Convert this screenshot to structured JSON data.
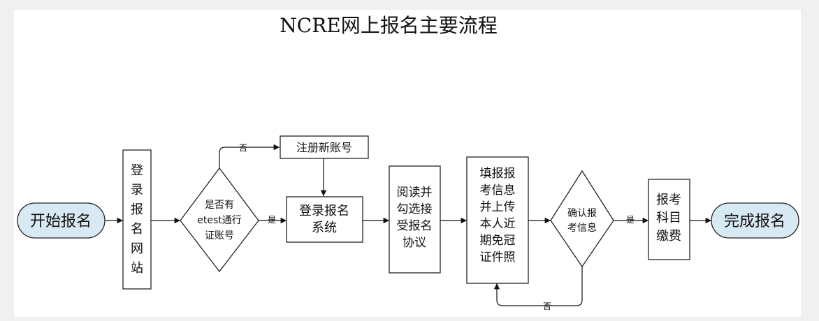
{
  "title": "NCRE网上报名主要流程",
  "nodes": {
    "start": "开始报名",
    "login_site": [
      "登",
      "录",
      "报",
      "名",
      "网",
      "站"
    ],
    "has_account": [
      "是否有",
      "etest通行",
      "证账号"
    ],
    "register": "注册新账号",
    "login_system": [
      "登录报名",
      "系统"
    ],
    "agreement": [
      "阅读并",
      "勾选接",
      "受报名",
      "协议"
    ],
    "fill_info": [
      "填报报",
      "考信息",
      "并上传",
      "本人近",
      "期免冠",
      "证件照"
    ],
    "confirm": [
      "确认报",
      "考信息"
    ],
    "pay": [
      "报考",
      "科目",
      "缴费"
    ],
    "end": "完成报名"
  },
  "edge_labels": {
    "account_no": "否",
    "account_yes": "是",
    "confirm_yes": "是",
    "confirm_no": "否"
  },
  "colors": {
    "terminal_fill": "#d7e9f2",
    "stroke": "#222222",
    "background": "#f0f0f0",
    "panel": "#ffffff"
  }
}
